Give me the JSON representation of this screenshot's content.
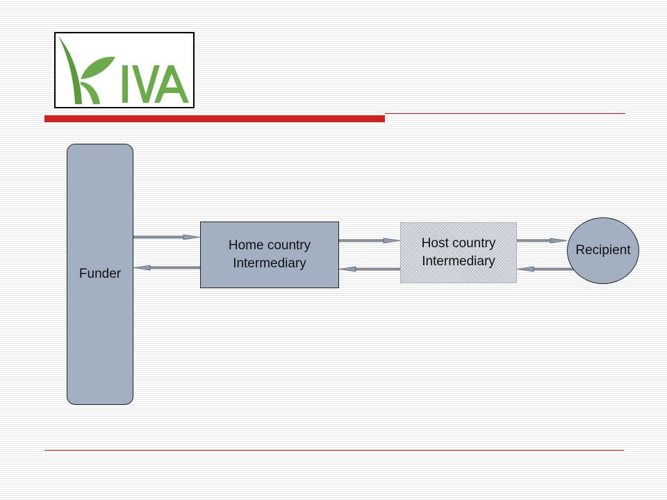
{
  "logo": {
    "text": "KIVA",
    "colors": {
      "leaf": "#5a9a3c",
      "letters": "#6bab4a"
    }
  },
  "diagram": {
    "nodes": {
      "funder": {
        "label": "Funder"
      },
      "home_intermediary": {
        "label": "Home country Intermediary"
      },
      "host_intermediary": {
        "label": "Host country Intermediary"
      },
      "recipient": {
        "label": "Recipient"
      }
    },
    "edges": [
      {
        "from": "funder",
        "to": "home_intermediary"
      },
      {
        "from": "home_intermediary",
        "to": "funder"
      },
      {
        "from": "home_intermediary",
        "to": "host_intermediary"
      },
      {
        "from": "host_intermediary",
        "to": "home_intermediary"
      },
      {
        "from": "host_intermediary",
        "to": "recipient"
      },
      {
        "from": "recipient",
        "to": "host_intermediary"
      }
    ]
  },
  "colors": {
    "node_fill": "#a3b0c2",
    "rule": "#cc2222",
    "arrow": "#8f9db0"
  }
}
